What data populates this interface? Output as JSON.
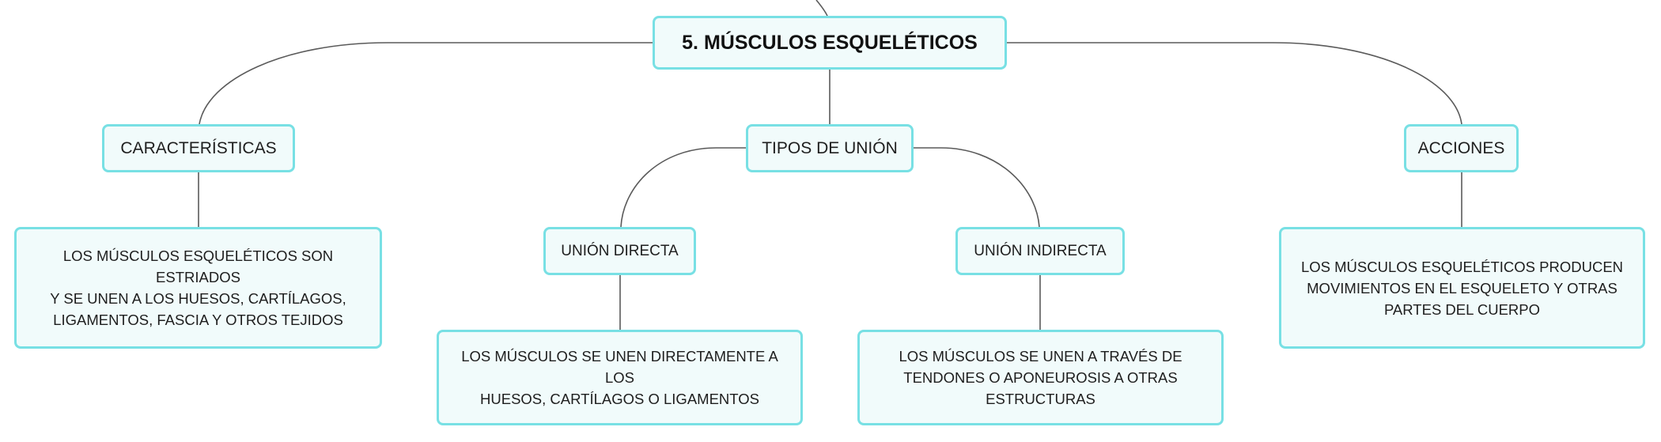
{
  "map": {
    "root": "5. MÚSCULOS ESQUELÉTICOS",
    "caracteristicas": {
      "label": "CARACTERÍSTICAS",
      "detail": "LOS MÚSCULOS ESQUELÉTICOS SON ESTRIADOS\nY SE UNEN A LOS HUESOS, CARTÍLAGOS,\nLIGAMENTOS, FASCIA Y OTROS TEJIDOS"
    },
    "tipos_union": {
      "label": "TIPOS DE UNIÓN",
      "directa": {
        "label": "UNIÓN DIRECTA",
        "detail": "LOS MÚSCULOS SE UNEN DIRECTAMENTE A LOS\nHUESOS, CARTÍLAGOS O LIGAMENTOS"
      },
      "indirecta": {
        "label": "UNIÓN INDIRECTA",
        "detail": "LOS MÚSCULOS SE UNEN A TRAVÉS DE\nTENDONES O APONEUROSIS A OTRAS\nESTRUCTURAS"
      }
    },
    "acciones": {
      "label": "ACCIONES",
      "detail": "LOS MÚSCULOS ESQUELÉTICOS PRODUCEN\nMOVIMIENTOS EN EL ESQUELETO Y OTRAS\nPARTES DEL CUERPO"
    }
  },
  "colors": {
    "node_border": "#78e0e4",
    "node_fill": "#f1fbfb",
    "connector": "#5a5a5a"
  }
}
